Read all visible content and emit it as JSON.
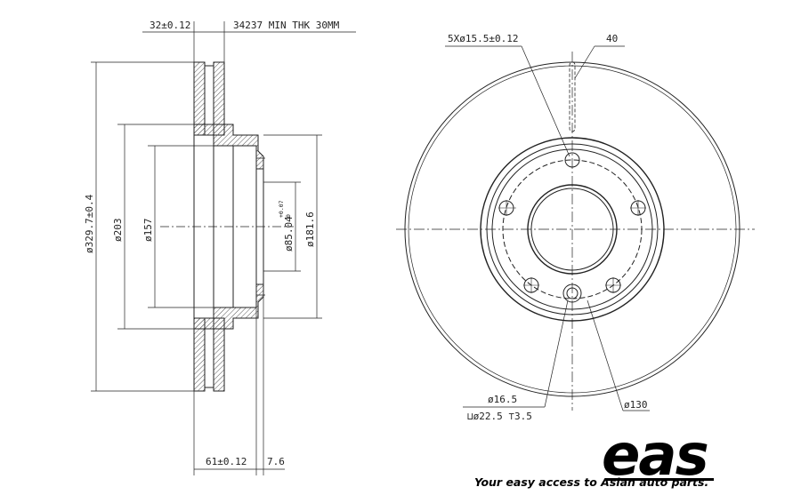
{
  "side_view": {
    "thickness_label": "32±0.12",
    "part_label": "34237 MIN THK 30MM",
    "outer_diameter_label": "ø329.7±0.4",
    "d203_label": "ø203",
    "d157_label": "ø157",
    "bore_label": "ø85.04",
    "bore_tol_upper": "+0.07",
    "bore_tol_lower": "0",
    "d181_label": "ø181.6",
    "height_label": "61±0.12",
    "offset_label": "7.6"
  },
  "front_view": {
    "holes_label": "5Xø15.5±0.12",
    "vent_label": "40",
    "d16_label": "ø16.5",
    "counterbore_label": "⊔ø22.5 ⊤3.5",
    "pcd_label": "ø130"
  },
  "brand": {
    "logo_text": "eas",
    "tagline": "Your easy access to Asian auto parts."
  }
}
